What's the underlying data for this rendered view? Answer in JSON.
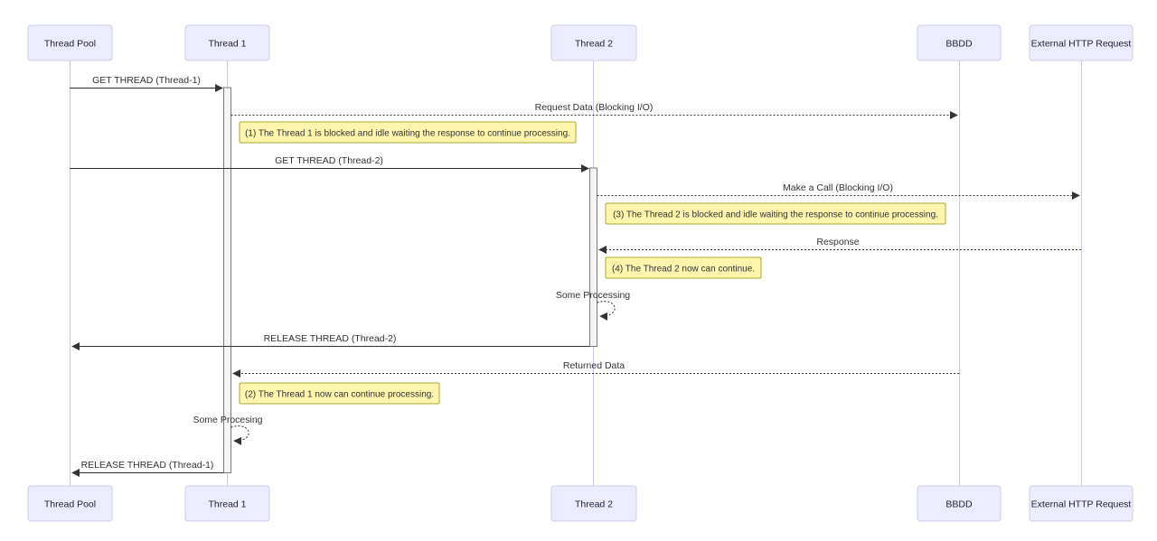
{
  "diagram": {
    "type": "sequence-diagram",
    "actors": [
      {
        "id": "thread-pool",
        "label": "Thread Pool"
      },
      {
        "id": "thread-1",
        "label": "Thread 1"
      },
      {
        "id": "thread-2",
        "label": "Thread 2"
      },
      {
        "id": "bbdd",
        "label": "BBDD"
      },
      {
        "id": "external-http-request",
        "label": "External HTTP Request"
      }
    ],
    "messages": [
      {
        "from": "Thread Pool",
        "to": "Thread 1",
        "style": "solid",
        "label": "GET THREAD (Thread-1)"
      },
      {
        "from": "Thread 1",
        "to": "BBDD",
        "style": "dotted",
        "label": "Request Data (Blocking I/O)"
      },
      {
        "from": "Thread Pool",
        "to": "Thread 2",
        "style": "solid",
        "label": "GET THREAD (Thread-2)"
      },
      {
        "from": "Thread 2",
        "to": "External HTTP Request",
        "style": "dotted",
        "label": "Make a Call (Blocking I/O)"
      },
      {
        "from": "External HTTP Request",
        "to": "Thread 2",
        "style": "dotted",
        "label": "Response"
      },
      {
        "from": "Thread 2",
        "to": "Thread 2",
        "style": "dotted-self",
        "label": "Some Processing"
      },
      {
        "from": "Thread 2",
        "to": "Thread Pool",
        "style": "solid",
        "label": "RELEASE THREAD (Thread-2)"
      },
      {
        "from": "BBDD",
        "to": "Thread 1",
        "style": "dotted",
        "label": "Returned Data"
      },
      {
        "from": "Thread 1",
        "to": "Thread 1",
        "style": "dotted-self",
        "label": "Some Procesing"
      },
      {
        "from": "Thread 1",
        "to": "Thread Pool",
        "style": "solid",
        "label": "RELEASE THREAD (Thread-1)"
      }
    ],
    "notes": [
      {
        "anchor": "Thread 1",
        "label": "(1) The Thread 1 is blocked and idle waiting the response to continue processing."
      },
      {
        "anchor": "Thread 2",
        "label": "(3) The Thread 2 is blocked and idle waiting the response to continue processing."
      },
      {
        "anchor": "Thread 2",
        "label": "(4) The Thread 2 now can continue."
      },
      {
        "anchor": "Thread 1",
        "label": "(2) The Thread 1 now can continue processing."
      }
    ],
    "colors": {
      "actor_fill": "#ECECFF",
      "actor_border": "#CFCCE8",
      "lifeline": "#CCC5ED",
      "activation_fill": "#F4F4F4",
      "activation_border": "#7A7A7A",
      "message_line": "#333333",
      "message_text": "#333333",
      "note_fill": "#FFF5AD",
      "note_border": "#AAAA33",
      "background": "#FFFFFF"
    }
  }
}
